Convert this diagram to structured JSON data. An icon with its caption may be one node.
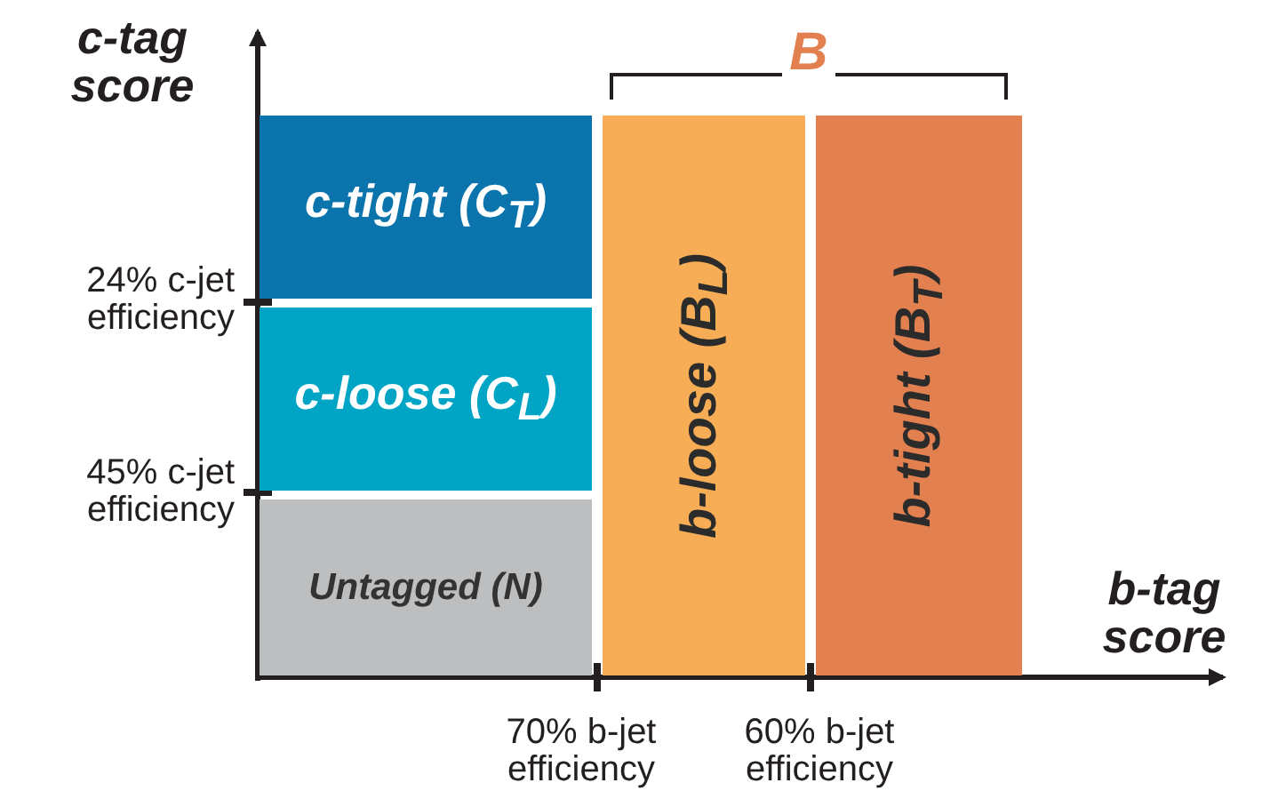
{
  "diagram": {
    "nodes": [
      {
        "text": [
          "c-tight (C$_{T}$)"
        ]
      },
      {
        "text": [
          "c-loose (C$_{L}$)"
        ]
      },
      {
        "text": [
          "Untagged (N)"
        ]
      },
      {
        "text": [
          "b-loose (B$_{L}$)"
        ]
      },
      {
        "text": [
          "b-tight (B$_{T}$)"
        ]
      }
    ],
    "edges": [],
    "labels": [
      "c-tag score",
      "B",
      "24% c-jet efficiency",
      "45% c-jet efficiency",
      "b-tag score",
      "70% b-jet efficiency",
      "60% b-jet efficiency"
    ]
  }
}
